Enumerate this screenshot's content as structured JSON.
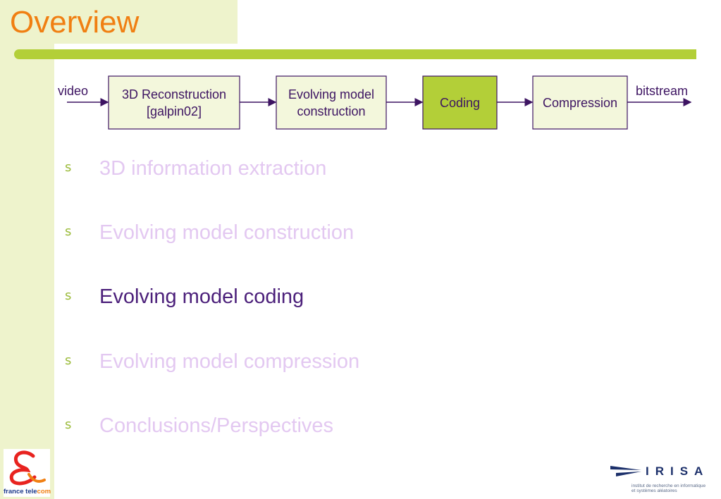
{
  "slide": {
    "title": "Overview"
  },
  "pipeline": {
    "input_label": "video",
    "output_label": "bitstream",
    "stages": [
      {
        "line1": "3D Reconstruction",
        "line2": "[galpin02]",
        "highlighted": false
      },
      {
        "line1": "Evolving model",
        "line2": "construction",
        "highlighted": false
      },
      {
        "line1": "Coding",
        "line2": "",
        "highlighted": true
      },
      {
        "line1": "Compression",
        "line2": "",
        "highlighted": false
      }
    ],
    "colors": {
      "box_fill": "#f3f7dc",
      "box_highlight_fill": "#b3cf38",
      "box_border": "#3d1462",
      "arrow": "#3d1462"
    }
  },
  "agenda": {
    "bullet_symbol": "s",
    "items": [
      {
        "label": "3D information extraction",
        "state": "inactive"
      },
      {
        "label": "Evolving model construction",
        "state": "inactive"
      },
      {
        "label": "Evolving model coding",
        "state": "active"
      },
      {
        "label": "Evolving model compression",
        "state": "inactive"
      },
      {
        "label": "Conclusions/Perspectives",
        "state": "inactive"
      }
    ],
    "colors": {
      "active": "#4b1f7a",
      "inactive": "#e3c8f1",
      "bullet": "#9bbb3a"
    }
  },
  "logos": {
    "left": {
      "name_part1": "france tele",
      "name_part2": "com",
      "icon": "france-telecom-e-icon"
    },
    "right": {
      "name": "IRISA",
      "subtitle_line1": "institut de recherche en informatique",
      "subtitle_line2": "et systèmes aléatoires",
      "icon": "irisa-swoosh-icon"
    }
  },
  "theme": {
    "title_color": "#f07f12",
    "band_color": "#eef3cc",
    "bar_color": "#b3cf38"
  }
}
